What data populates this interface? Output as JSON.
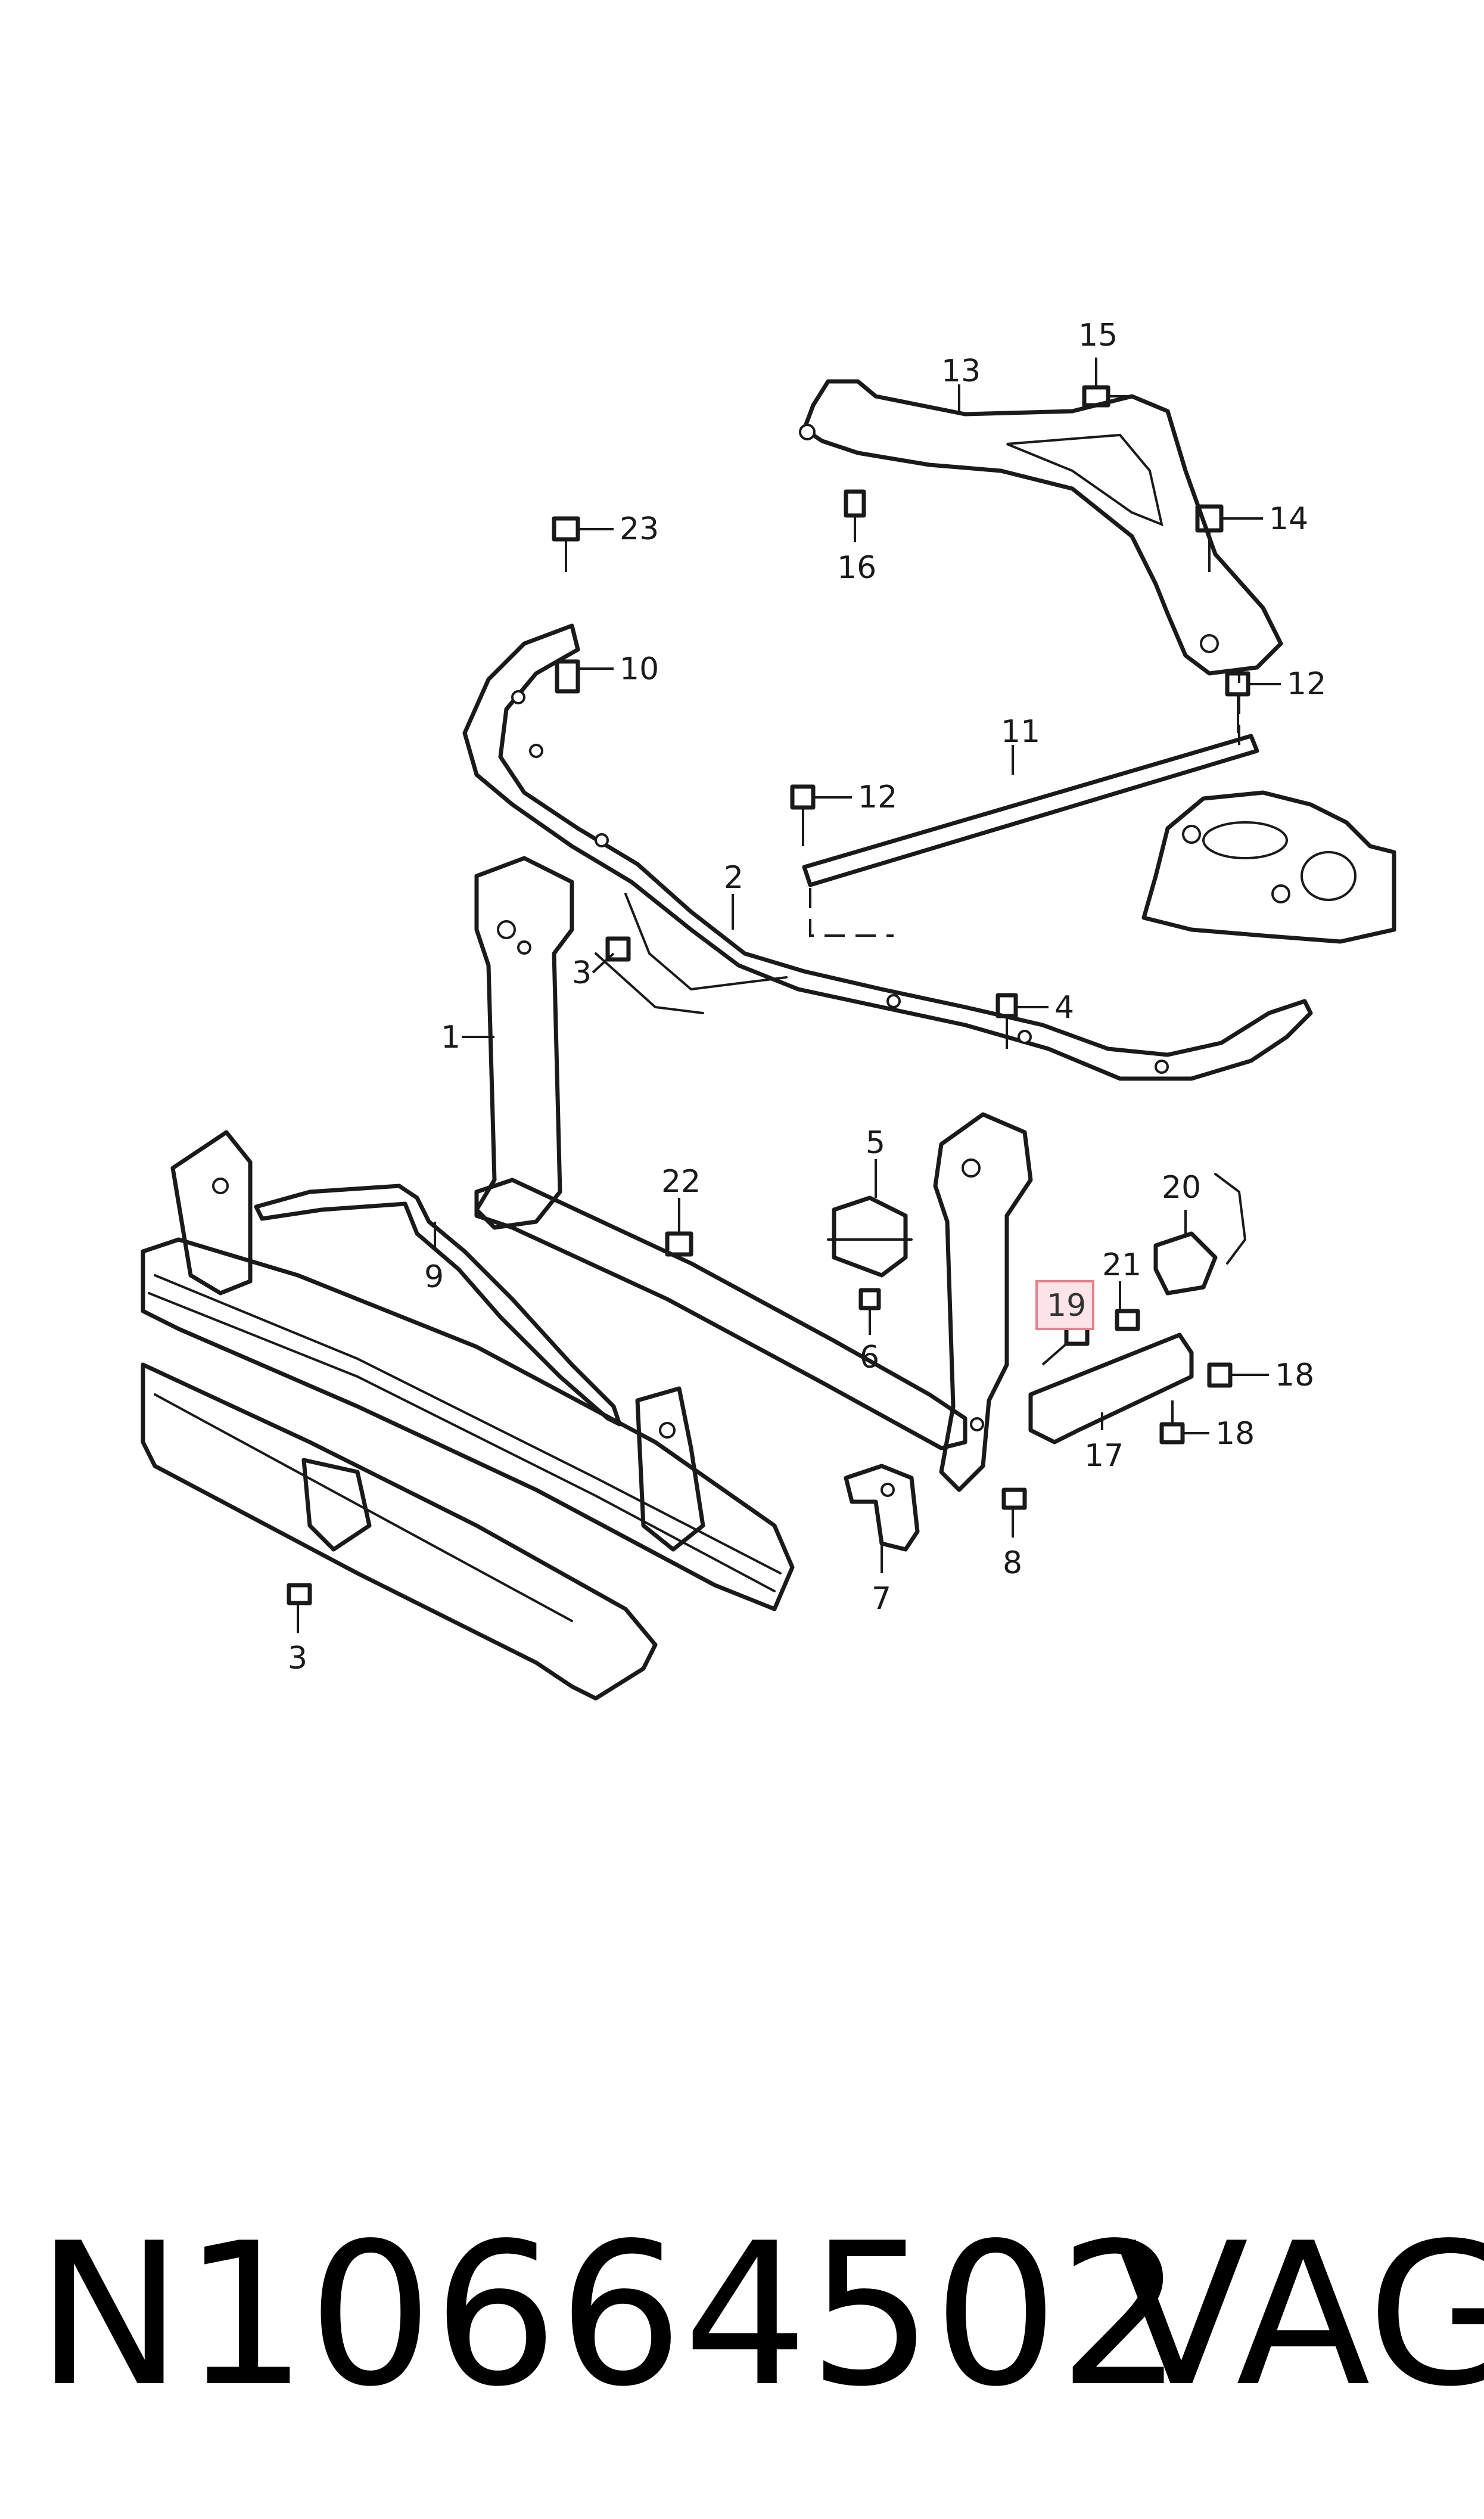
{
  "callouts": {
    "c1": "1",
    "c2": "2",
    "c3a": "3",
    "c3b": "3",
    "c4": "4",
    "c5": "5",
    "c6": "6",
    "c7": "7",
    "c8": "8",
    "c9": "9",
    "c10": "10",
    "c11": "11",
    "c12a": "12",
    "c12b": "12",
    "c13": "13",
    "c14": "14",
    "c15": "15",
    "c16": "16",
    "c17": "17",
    "c18a": "18",
    "c18b": "18",
    "c19": "19",
    "c20": "20",
    "c21": "21",
    "c22": "22",
    "c23": "23"
  },
  "highlighted_callout": "19",
  "footer": {
    "part_number": "N10664502",
    "brand": "VAG"
  },
  "colors": {
    "line": "#1a1a1a",
    "highlight_fill": "#fde4e8",
    "highlight_border": "#e8808c"
  }
}
